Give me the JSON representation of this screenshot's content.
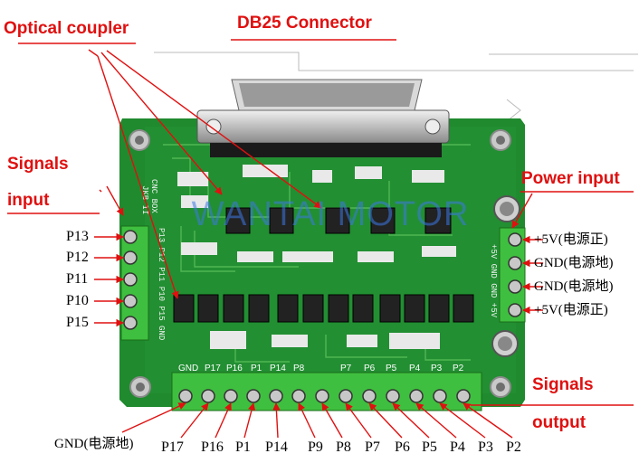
{
  "callouts": {
    "optical_coupler": "Optical coupler",
    "db25_connector": "DB25 Connector",
    "signals_input_1": "Signals",
    "signals_input_2": "input",
    "power_input": "Power input",
    "signals_output_1": "Signals",
    "signals_output_2": "output"
  },
  "input_pins": [
    "P13",
    "P12",
    "P11",
    "P10",
    "P15"
  ],
  "power_pins": [
    "+5V(电源正)",
    "GND(电源地)",
    "GND(电源地)",
    "+5V(电源正)"
  ],
  "output_pins": [
    "GND(电源地)",
    "P17",
    "P16",
    "P1",
    "P14",
    "P9",
    "P8",
    "P7",
    "P6",
    "P5",
    "P4",
    "P3",
    "P2"
  ],
  "board": {
    "silkscreen_top": "CNC BOX",
    "silkscreen_ver": "JKB II",
    "side_labels": "P13 P12 P11 P10 P15 GND",
    "bottom_labels": [
      "GND",
      "P17",
      "P16",
      "P1",
      "P14",
      "P8",
      "P7",
      "P6",
      "P5",
      "P4",
      "P3",
      "P2"
    ],
    "power_side": "+5V GND GND +5V"
  },
  "watermark": "WANTAI MOTOR",
  "colors": {
    "pcb_green": "#1f8a2e",
    "terminal_green": "#3fbf3f",
    "callout_red": "#e01010",
    "watermark_blue": "#3c78e6"
  }
}
